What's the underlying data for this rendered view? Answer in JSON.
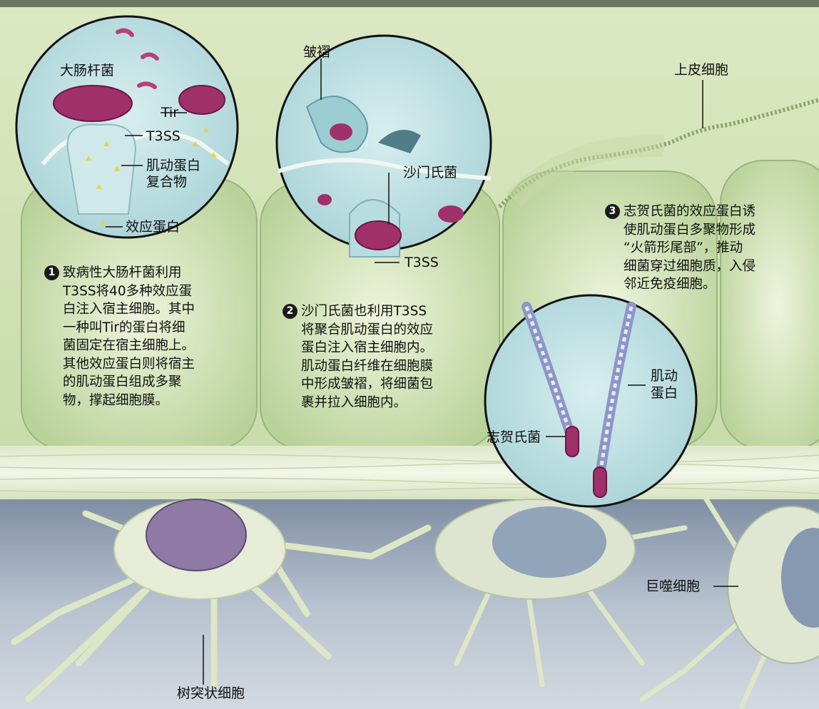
{
  "labels": {
    "ecoli": "大肠杆菌",
    "tir": "Tir",
    "t3ss_1": "T3SS",
    "actin_complex_line1": "肌动蛋白",
    "actin_complex_line2": "复合物",
    "effector_protein": "效应蛋白",
    "ruffles": "皱褶",
    "salmonella": "沙门氏菌",
    "t3ss_2": "T3SS",
    "epithelial_cell": "上皮细胞",
    "actin_line1": "肌动",
    "actin_line2": "蛋白",
    "shigella": "志贺氏菌",
    "macrophage": "巨噬细胞",
    "dendritic_cell": "树突状细胞"
  },
  "steps": [
    {
      "number": "1",
      "lines": [
        "致病性大肠杆菌利用",
        "T3SS将40多种效应蛋",
        "白注入宿主细胞。其中",
        "一种叫Tir的蛋白将细",
        "菌固定在宿主细胞上。",
        "其他效应蛋白则将宿主",
        "的肌动蛋白组成多聚",
        "物，撑起细胞膜。"
      ]
    },
    {
      "number": "2",
      "lines": [
        "沙门氏菌也利用T3SS",
        "将聚合肌动蛋白的效应",
        "蛋白注入宿主细胞内。",
        "肌动蛋白纤维在细胞膜",
        "中形成皱褶，将细菌包",
        "裹并拉入细胞内。"
      ]
    },
    {
      "number": "3",
      "lines": [
        "志贺氏菌的效应蛋白诱",
        "使肌动蛋白多聚物形成",
        "“火箭形尾部”，推动",
        "细菌穿过细胞质，入侵",
        "邻近免疫细胞。"
      ]
    }
  ],
  "colors": {
    "epithelium": "#cfe0b4",
    "membrane": "#eef3df",
    "immune_layer": "#bcc6d2",
    "inset_fill": "#bfe0e3",
    "bacteria": "#a0306a"
  },
  "icons": [
    "number-badge-1-icon",
    "number-badge-2-icon",
    "number-badge-3-icon"
  ]
}
